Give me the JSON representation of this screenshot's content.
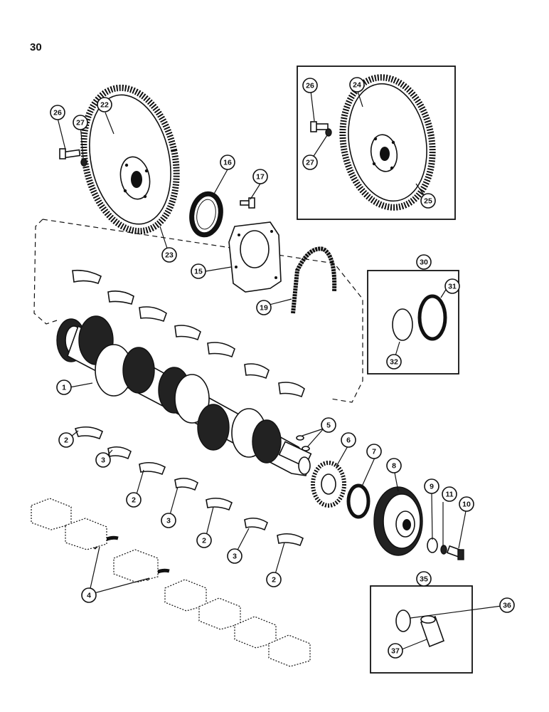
{
  "page_number": "30",
  "callouts": [
    {
      "id": "c1",
      "label": "1"
    },
    {
      "id": "c2a",
      "label": "2"
    },
    {
      "id": "c2b",
      "label": "2"
    },
    {
      "id": "c2c",
      "label": "2"
    },
    {
      "id": "c2d",
      "label": "2"
    },
    {
      "id": "c3a",
      "label": "3"
    },
    {
      "id": "c3b",
      "label": "3"
    },
    {
      "id": "c3c",
      "label": "3"
    },
    {
      "id": "c4",
      "label": "4"
    },
    {
      "id": "c5",
      "label": "5"
    },
    {
      "id": "c6",
      "label": "6"
    },
    {
      "id": "c7",
      "label": "7"
    },
    {
      "id": "c8",
      "label": "8"
    },
    {
      "id": "c9",
      "label": "9"
    },
    {
      "id": "c10",
      "label": "10"
    },
    {
      "id": "c11",
      "label": "11"
    },
    {
      "id": "c15",
      "label": "15"
    },
    {
      "id": "c16",
      "label": "16"
    },
    {
      "id": "c17",
      "label": "17"
    },
    {
      "id": "c19",
      "label": "19"
    },
    {
      "id": "c22",
      "label": "22"
    },
    {
      "id": "c23",
      "label": "23"
    },
    {
      "id": "c24",
      "label": "24"
    },
    {
      "id": "c25",
      "label": "25"
    },
    {
      "id": "c26a",
      "label": "26"
    },
    {
      "id": "c26b",
      "label": "26"
    },
    {
      "id": "c27a",
      "label": "27"
    },
    {
      "id": "c27b",
      "label": "27"
    },
    {
      "id": "c30",
      "label": "30"
    },
    {
      "id": "c31",
      "label": "31"
    },
    {
      "id": "c32",
      "label": "32"
    },
    {
      "id": "c35",
      "label": "35"
    },
    {
      "id": "c36",
      "label": "36"
    },
    {
      "id": "c37",
      "label": "37"
    }
  ]
}
